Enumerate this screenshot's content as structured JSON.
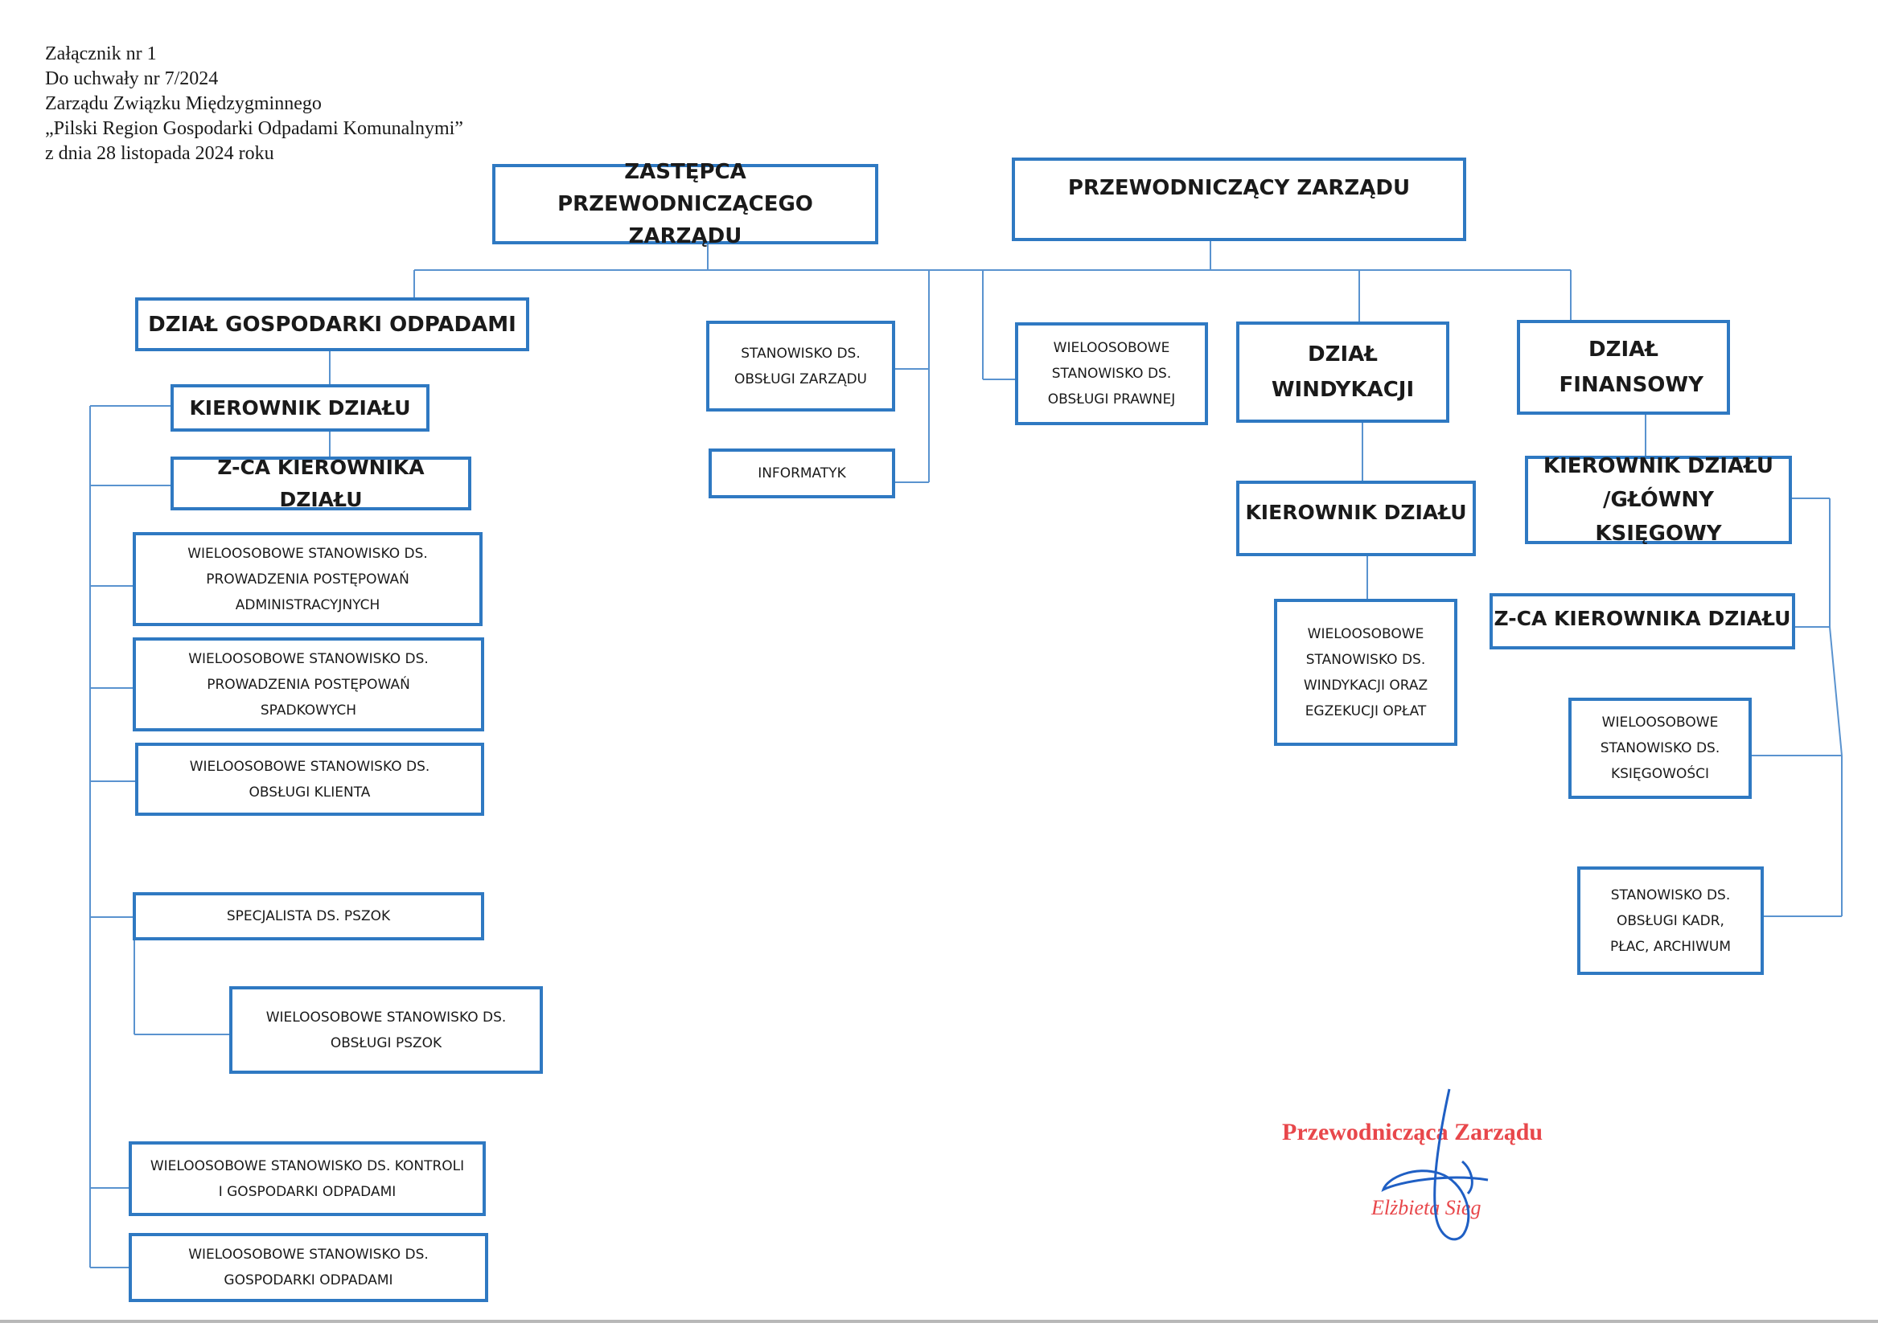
{
  "header": {
    "line1": "Załącznik nr 1",
    "line2": "Do uchwały nr 7/2024",
    "line3": "Zarządu Związku Międzygminnego",
    "line4": "„Pilski Region Gospodarki Odpadami Komunalnymi”",
    "line5": "z dnia 28 listopada 2024 roku"
  },
  "org": {
    "deputy_chair": "ZASTĘPCA PRZEWODNICZĄCEGO ZARZĄDU",
    "chair": "PRZEWODNICZĄCY ZARZĄDU",
    "waste_dept": {
      "title": "DZIAŁ GOSPODARKI ODPADAMI",
      "head": "KIEROWNIK DZIAŁU",
      "deputy_head": "Z-CA KIEROWNIKA DZIAŁU",
      "pos_admin": "WIELOOSOBOWE STANOWISKO  DS. PROWADZENIA POSTĘPOWAŃ ADMINISTRACYJNYCH",
      "pos_inherit": "WIELOOSOBOWE STANOWISKO  DS. PROWADZENIA POSTĘPOWAŃ SPADKOWYCH",
      "pos_client": "WIELOOSOBOWE STANOWISKO DS. OBSŁUGI KLIENTA",
      "pszok_specialist": "SPECJALISTA DS. PSZOK",
      "pos_pszok": "WIELOOSOBOWE STANOWISKO DS. OBSŁUGI PSZOK",
      "pos_control": "WIELOOSOBOWE STANOWISKO DS. KONTROLI I GOSPODARKI ODPADAMI",
      "pos_waste": "WIELOOSOBOWE  STANOWISKO DS. GOSPODARKI ODPADAMI"
    },
    "board_service": "STANOWISKO DS. OBSŁUGI ZARZĄDU",
    "it": "INFORMATYK",
    "legal": "WIELOOSOBOWE STANOWISKO DS. OBSŁUGI PRAWNEJ",
    "collection_dept": {
      "title": "DZIAŁ WINDYKACJI",
      "head": "KIEROWNIK DZIAŁU",
      "pos": "WIELOOSOBOWE STANOWISKO DS. WINDYKACJI ORAZ EGZEKUCJI OPŁAT"
    },
    "finance_dept": {
      "title": "DZIAŁ FINANSOWY",
      "head": "KIEROWNIK DZIAŁU /GŁÓWNY KSIĘGOWY",
      "deputy_head": "Z-CA KIEROWNIKA DZIAŁU",
      "pos_accounting": "WIELOOSOBOWE STANOWISKO DS. KSIĘGOWOŚCI",
      "pos_hr": "STANOWISKO DS. OBSŁUGI KADR, PŁAC, ARCHIWUM"
    }
  },
  "signature": {
    "title": "Przewodnicząca Zarządu",
    "name": "Elżbieta Sieg"
  },
  "colors": {
    "box_border": "#2f79c2",
    "connector": "#5a93cf",
    "stamp": "#e8474b",
    "signature_ink": "#1f5fc4"
  }
}
